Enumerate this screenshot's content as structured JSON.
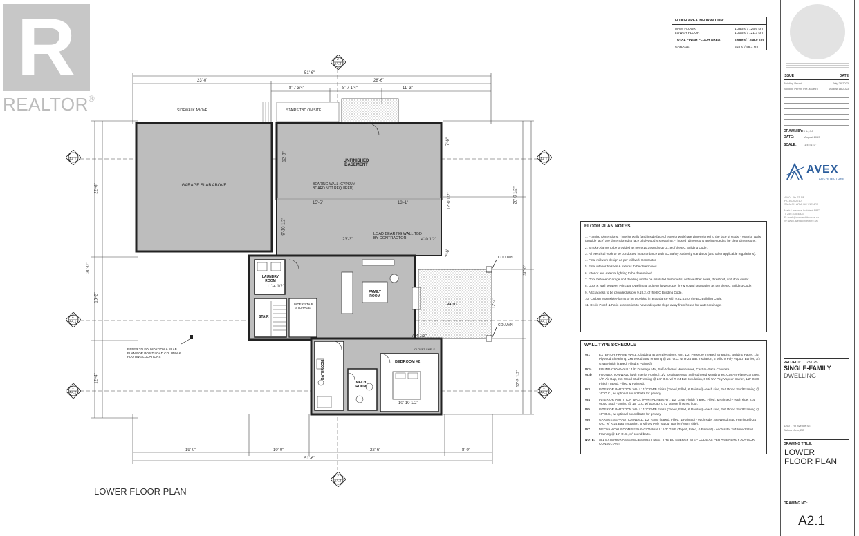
{
  "watermark": {
    "text": "REALTOR",
    "mark": "R"
  },
  "floor_area": {
    "title": "FLOOR AREA INFORMATION:",
    "rows": [
      {
        "label": "MAIN FLOOR",
        "value": "1,363 sf / 126.6 sm"
      },
      {
        "label": "LOWER FLOOR",
        "value": "1,306 sf / 121.3 sm"
      },
      {
        "label": "TOTAL FINISH FLOOR AREA:",
        "value": "2,669 sf / 248.0 sm"
      },
      {
        "label": "GARAGE",
        "value": "518 sf / 48.1 sm"
      }
    ]
  },
  "plan": {
    "title": "LOWER FLOOR PLAN",
    "dims_top": [
      "51'-6\"",
      "23'-0\"",
      "28'-6\"",
      "8'-7 3/4\"",
      "8'-7 1/4\"",
      "11'-3\""
    ],
    "dims_bottom": [
      "19'-0\"",
      "10'-0\"",
      "22'-6\"",
      "8'-0\"",
      "51'-6\""
    ],
    "dims_left": [
      "22'-6\"",
      "30'-0\"",
      "15'-2\"",
      "12'-4\""
    ],
    "dims_right": [
      "7'-6\"",
      "12'-0 1/2\"",
      "28'-0 1/2\"",
      "7'-6\"",
      "30'-0\"",
      "12'-2\"",
      "12'-9 1/2\""
    ],
    "dims_inner": [
      "15'-5\"",
      "13'-1\"",
      "23'-3\"",
      "4'-0 1/2\"",
      "9'-10 1/2\"",
      "12'-8\"",
      "11'-4 1/2\"",
      "7'-4 1/2\"",
      "10'-10 1/2\""
    ],
    "rooms": {
      "garage": "GARAGE SLAB ABOVE",
      "basement": "UNFINISHED BASEMENT",
      "bearing": "BEARING WALL (GYPSUM BOARD NOT REQUIRED)",
      "load_bearing": "LOAD BEARING WALL TBD BY CONTRACTOR",
      "laundry": "LAUNDRY ROOM",
      "stair": "STAIR",
      "under_stair": "UNDER STAIR STORAGE",
      "family": "FAMILY ROOM",
      "patio": "PATIO",
      "bathroom": "BATHROOM",
      "mech": "MECH ROOM",
      "bedroom": "BEDROOM #2",
      "column1": "COLUMN",
      "column2": "COLUMN",
      "sidewalk": "SIDEWALK ABOVE",
      "stairs_tbd": "STAIRS TBD ON SITE",
      "refer": "REFER TO FOUNDATION & SLAB PLAN FOR POINT LOAD COLUMN & FOOTING LOCATIONS",
      "closet": "CLOSET SHELF"
    },
    "section_markers": [
      {
        "num": "2",
        "sheet": "A4.2"
      },
      {
        "num": "1",
        "sheet": "A4.1"
      },
      {
        "num": "1",
        "sheet": "A4.1"
      },
      {
        "num": "2",
        "sheet": "A4.1"
      },
      {
        "num": "2",
        "sheet": "A4.1"
      },
      {
        "num": "1",
        "sheet": "A4.2"
      },
      {
        "num": "1",
        "sheet": "A4.2"
      },
      {
        "num": "2",
        "sheet": "A4.2"
      }
    ]
  },
  "floor_notes": {
    "title": "FLOOR PLAN NOTES",
    "items": [
      "1. Framing Dimensions: - interior walls (and inside face of exterior walls) are dimensioned to the face of studs. - exterior walls (outside face) are dimensioned to face of plywood V.sheathing. - \"boxed\" dimensions are intended to be clear dimensions.",
      "2. Smoke Alarms to be provided as per 9.10.19 and 9.37.2.19 of the BC Building Code.",
      "3. All electrical work to be conducted in accordance with BC Safety Authority standards (and other applicable regulations).",
      "4. Final millwork design as per Millwork Contractor.",
      "5. Final interior finishes & fixtures to be determined.",
      "6. Interior and exterior lighting to be determined.",
      "7. Door between Garage and dwelling unit to be insulated flush metal, with weather seals, threshold, and door closer.",
      "8. Door & Wall between Principal Dwelling & Suite to have proper fire & sound separation as per the BC Building Code.",
      "9. Attic access to be provided as per 9.19.2. of the BC Building Code.",
      "10. Carbon Monoxide Alarms to be provided in accordance with 9.32.4.2 of the BC Building Code.",
      "11. Deck, Porch & Patio assemblies to have adequate slope away from house for water drainage."
    ]
  },
  "wall_schedule": {
    "title": "WALL TYPE SCHEDULE",
    "items": [
      {
        "code": "W1",
        "text": "EXTERIOR FRAME WALL: Cladding as per Elevations, Min. 1/2\" Pressure Treated Strapping, Building Paper, 1/2\" Plywood Sheathing, 2x6 Wood Stud Framing @ 24\" O.C. w/ R-24 Batt Insulation, 6 Mil UV Poly Vapour Barrier, 1/2\" GWB Finish (Taped, Filled & Painted)."
      },
      {
        "code": "W2a",
        "text": "FOUNDATION WALL: 1/2\" Drainage Mat, Self-Adhered Membranes, Cast-In-Place Concrete."
      },
      {
        "code": "W2b",
        "text": "FOUNDATION WALL (with Interior Furring): 1/2\" Drainage Mat, Self-Adhered Membranes, Cast-In-Place Concrete, 1/2\" Air Gap, 2x6 Wood Stud Framing @ 24\" O.C. w/ R-24 Batt Insulation, 6 Mil UV Poly Vapour Barrier, 1/2\" GWB Finish (Taped, Filled, & Painted)."
      },
      {
        "code": "W3",
        "text": "INTERIOR PARTITION WALL: 1/2\" GWB Finish (Taped, Filled, & Painted) - each side, 2x4 Wood Stud Framing @ 16\" O.C., w/ optional sound batts for privacy."
      },
      {
        "code": "W4",
        "text": "INTERIOR PARTITION WALL (PARTIAL HEIGHT): 1/2\" GWB Finish (Taped, Filled, & Painted) - each side, 2x4 Wood Stud Framing @ 16\" O.C. w/ top cap to 42\" above finished floor."
      },
      {
        "code": "W5",
        "text": "INTERIOR PARTITION WALL: 1/2\" GWB Finish (Taped, Filled, & Painted) - each side, 2x6 Wood Stud Framing @ 16\" O.C., w/ optional sound batts for privacy."
      },
      {
        "code": "W6",
        "text": "GARAGE SEPARATION WALL: 1/2\" GWB (Taped, Filled, & Painted) - each side, 2x6 Wood Stud Framing @ 24\" O.C. w/ R-24 Batt Insulation, 6 Mil UV Poly Vapour Barrier (warm side)."
      },
      {
        "code": "W7",
        "text": "MECHANICAL ROOM SEPARATION WALL: 1/2\" GWB (Taped, Filled, & Painted) - each side, 2x4 Wood Stud Framing @ 16\" O.C., w/ sound batts."
      },
      {
        "code": "NOTE:",
        "text": "ALL EXTERIOR ASSEMBLIES MUST MEET THE BC ENERGY STEP CODE AS PER AN ENERGY ADVISOR CONSULTANT."
      }
    ]
  },
  "title_block": {
    "issue_label": "ISSUE",
    "date_label": "DATE",
    "issues": [
      {
        "name": "Building Permit",
        "date": "July 28 2023"
      },
      {
        "name": "Building Permit (Re-issued)",
        "date": "August 18 2023"
      }
    ],
    "drawn_by_label": "DRAWN BY:",
    "drawn_by": "HL, CJ",
    "date_field_label": "DATE:",
    "date_field": "August 2023",
    "scale_label": "SCALE:",
    "scale": "1/4\"=1'-0\"",
    "firm_name": "AVEX",
    "firm_sub": "ARCHITECTURE",
    "firm_lines": [
      "4160 - 4th ST NE",
      "P.O.BOX 2210",
      "SALMON ARM, BC V1E 4R3",
      "Mark Lawrence Architect AIBC",
      "T: 250-575-4803",
      "E: mark@avexarchitecture.ca",
      "W: www.avexarchitecture.ca"
    ],
    "project_label": "PROJECT:",
    "project_num": "23-025",
    "project_title": "SINGLE-FAMILY",
    "project_sub": "DWELLING",
    "address": [
      "1260 - 7th Avenue SE",
      "Salmon Arm, BC"
    ],
    "drawing_title_label": "DRAWING TITLE:",
    "drawing_title": [
      "LOWER",
      "FLOOR PLAN"
    ],
    "drawing_no_label": "DRAWING NO:",
    "drawing_no": "A2.1"
  },
  "colors": {
    "room_fill": "#bdbdbd",
    "hatch": "#888888",
    "wall": "#222222",
    "firm_blue": "#2b5d9c"
  }
}
